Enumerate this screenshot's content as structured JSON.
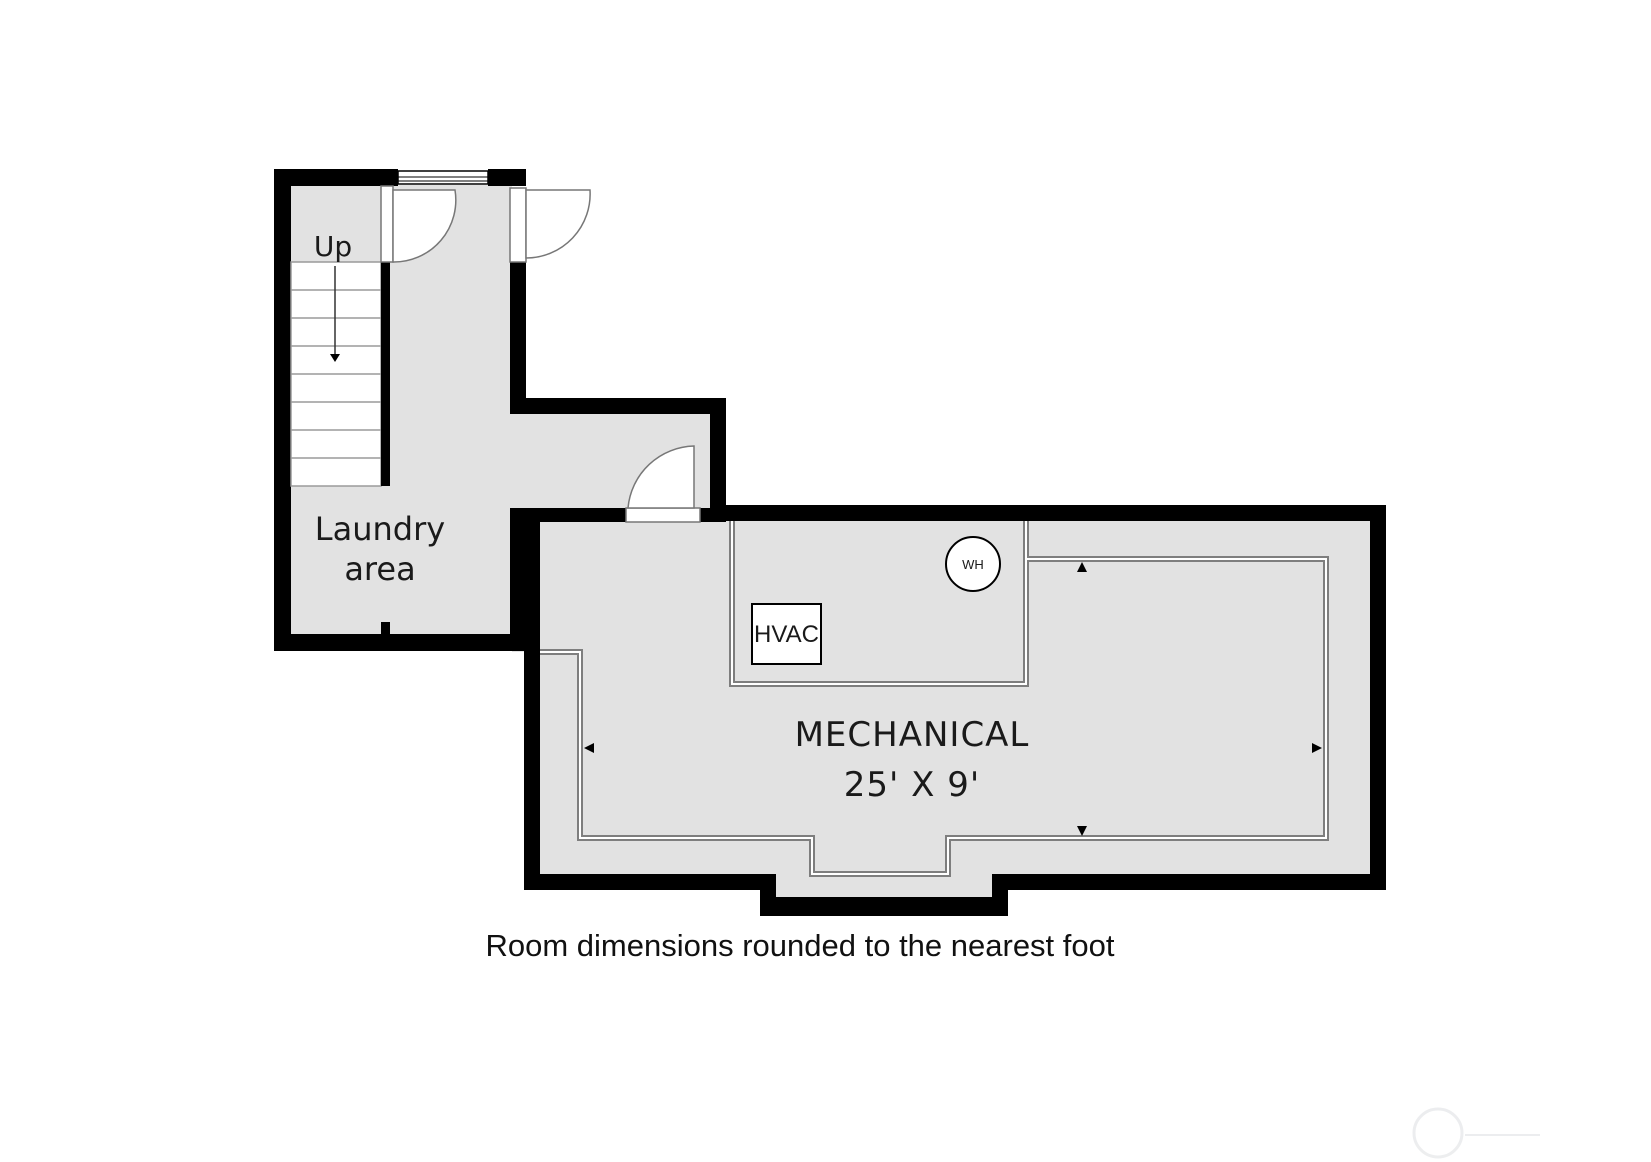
{
  "stairs": {
    "label": "Up"
  },
  "rooms": {
    "laundry": {
      "name_line1": "Laundry",
      "name_line2": "area"
    },
    "mechanical": {
      "name": "MECHANICAL",
      "dimensions": "25' X 9'"
    }
  },
  "fixtures": {
    "hvac": "HVAC",
    "water_heater": "WH"
  },
  "footnote": "Room dimensions rounded to the nearest foot",
  "colors": {
    "wall": "#000000",
    "floor": "#e2e2e2",
    "inner_wall": "#8a8a8a",
    "background": "#ffffff"
  }
}
